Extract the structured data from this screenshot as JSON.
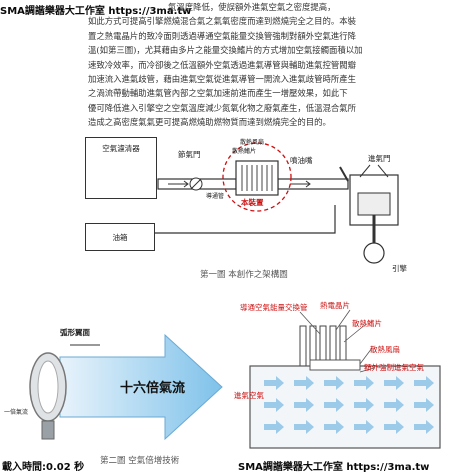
{
  "watermark": {
    "top": "SMA調諧樂器大工作室 https://3ma.tw",
    "bottom_left": "載入時間:0.02 秒",
    "bottom_right": "SMA調諧樂器大工作室 https://3ma.tw"
  },
  "paragraph": [
    "氣溫度降低，使誤額外進氣空氣之密度提高，",
    "如此方式可提高引擎燃燒混合氣之氣氧密度而達到燃燒完全之目的。本裝",
    "置之熱電晶片的致冷面則透過導通空氣能量交換管強制對額外空氣進行降",
    "溫(如第三圖)，尤其藉由多片之能量交換鰭片的方式增加空氣接觸面積以加",
    "速致冷效率，而冷卻後之低溫額外空氣透過進氣導管與輔助進氣控管閥瓣",
    "加速流入進氣歧管，藉由進氣空氣從進氣導管一開流入進氣歧管時所產生",
    "之渦流帶動輔助進氣管內部之空氣加速前進而產生一增壓效果，如此下",
    "優可降低進入引擎空之空氣溫度減少氮氧化物之廢氣產生，低溫混合氣所",
    "造成之高密度氣氣更可提高燃燒助燃物質而達到燃燒完全的目的。"
  ],
  "figure1": {
    "air_filter": "空氣濾清器",
    "valve": "節氣門",
    "fan": "散熱風扇",
    "fins": "散熱鰭片",
    "device": "本裝置",
    "cooling_tube": "導通管",
    "fuel_injector": "噴油嘴",
    "intake_valve": "進氣門",
    "fuel_tank": "油箱",
    "engine": "引擎",
    "caption": "第一圖    本創作之架構圖"
  },
  "figure2": {
    "arc_surface": "弧形翼面",
    "amplified": "十六倍氣流",
    "air_intake": "一倍氣流",
    "caption": "第二圖    空氣倍增技術"
  },
  "figure3": {
    "exchange_tube": "導通空氣能量交換管",
    "chip": "熱電晶片",
    "fins": "散熱鰭片",
    "fan": "散熱風扇",
    "forced_air": "額外強制進氣空氣",
    "intake_air": "進氣空氣"
  }
}
